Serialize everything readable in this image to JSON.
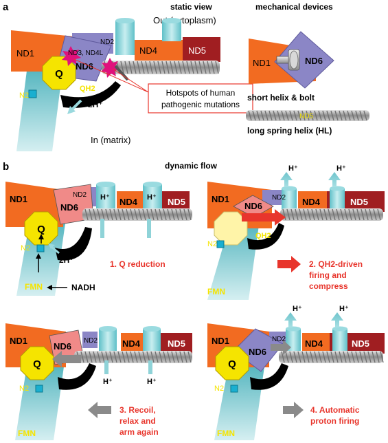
{
  "panel_a": {
    "letter": "a",
    "heading_static": "static view",
    "heading_mechanical": "mechanical devices",
    "out_label": "Out (cytoplasm)",
    "in_label": "In (matrix)",
    "nd1": "ND1",
    "nd2": "ND2",
    "nd3_nd4l": "ND3, ND4L",
    "nd4": "ND4",
    "nd5": "ND5",
    "nd6": "ND6",
    "q": "Q",
    "qh2": "QH2",
    "n2": "N2",
    "proton": "2H⁺",
    "hotspot_line1": "Hotspots of human",
    "hotspot_line2": "pathogenic mutations",
    "device_nd1": "ND1",
    "device_nd6": "ND6",
    "short_helix_caption": "short helix & bolt",
    "spring_nd5": "ND5",
    "long_helix_caption": "long spring helix (HL)"
  },
  "panel_b": {
    "letter": "b",
    "heading": "dynamic flow",
    "p1": {
      "nd1": "ND1",
      "nd2": "ND2",
      "nd6": "ND6",
      "nd4": "ND4",
      "nd5": "ND5",
      "h1": "H⁺",
      "h2": "H⁺",
      "q": "Q",
      "n2": "N2",
      "proton": "2H⁺",
      "fmn": "FMN",
      "nadh": "NADH",
      "step": "1. Q reduction"
    },
    "p2": {
      "nd1": "ND1",
      "nd2": "ND2",
      "nd6": "ND6",
      "nd4": "ND4",
      "nd5": "ND5",
      "h1": "H⁺",
      "h2": "H⁺",
      "qh2": "QH2",
      "n2": "N2",
      "fmn": "FMN",
      "step_line1": "2. QH2-driven",
      "step_line2": "firing and",
      "step_line3": "compress"
    },
    "p3": {
      "nd1": "ND1",
      "nd2": "ND2",
      "nd6": "ND6",
      "nd4": "ND4",
      "nd5": "ND5",
      "h1": "H⁺",
      "h2": "H⁺",
      "q": "Q",
      "n2": "N2",
      "fmn": "FMN",
      "step_line1": "3. Recoil,",
      "step_line2": "relax and",
      "step_line3": "arm again"
    },
    "p4": {
      "nd1": "ND1",
      "nd2": "ND2",
      "nd6": "ND6",
      "nd4": "ND4",
      "nd5": "ND5",
      "h1": "H⁺",
      "h2": "H⁺",
      "q": "Q",
      "n2": "N2",
      "fmn": "FMN",
      "step_line1": "4. Automatic",
      "step_line2": "proton firing"
    }
  },
  "colors": {
    "nd1": "#F26B21",
    "nd6_blue": "#8B86C6",
    "nd6_pink": "#F08A88",
    "nd4": "#F26B21",
    "nd5": "#A01E21",
    "matrix_arm": "#6FC4CC",
    "q_yellow": "#F5E400",
    "step_red": "#E8352C",
    "arrow_grey": "#8A8A8A"
  }
}
